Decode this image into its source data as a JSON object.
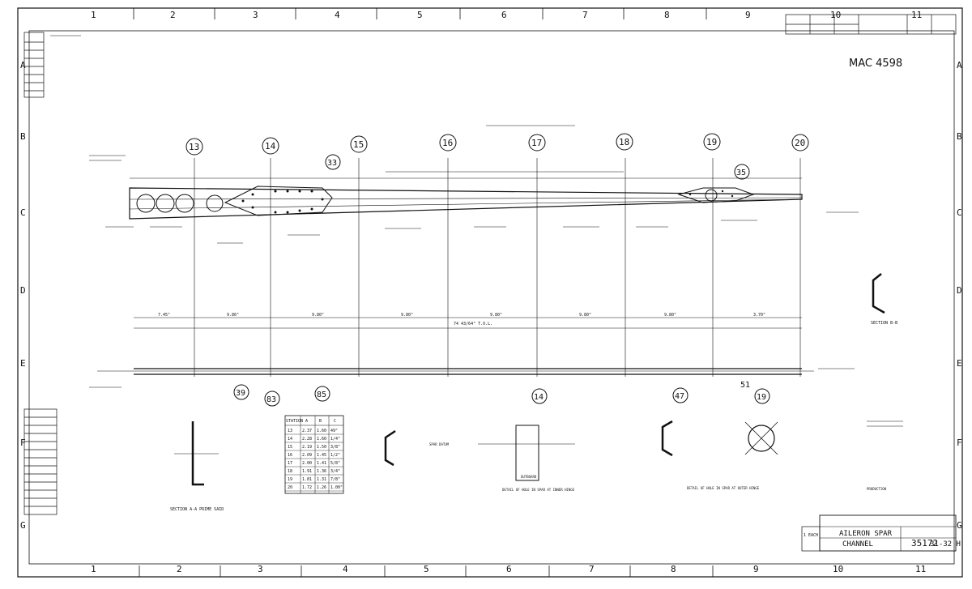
{
  "sheet": {
    "col_numbers": [
      "1",
      "2",
      "3",
      "4",
      "5",
      "6",
      "7",
      "8",
      "9",
      "10",
      "11"
    ],
    "row_letters": [
      "A",
      "B",
      "C",
      "D",
      "E",
      "F",
      "G"
    ],
    "handwritten_ref": "MAC 4598",
    "spar_stations": [
      "13",
      "14",
      "15",
      "16",
      "17",
      "18",
      "19",
      "20"
    ],
    "part_callouts": [
      "33",
      "35",
      "39",
      "83",
      "85",
      "47",
      "51",
      "19",
      "14"
    ],
    "overall_length": "74 43/64\" T.O.L.",
    "segment_dims": [
      "7.45\"",
      "9.86\"",
      "9.80\"",
      "9.80\"",
      "9.80\"",
      "9.80\"",
      "9.80\"",
      "3.70\""
    ]
  },
  "title_block": {
    "title_line1": "AILERON SPAR",
    "title_line2": "CHANNEL",
    "drawing_number": "35172",
    "dash_number": "31-32 H",
    "qty": "1 EACH"
  },
  "table": {
    "headers": [
      "STATION",
      "A",
      "B",
      "C"
    ],
    "rows": [
      [
        "13",
        "2.37",
        "1.60",
        "49\""
      ],
      [
        "14",
        "2.28",
        "1.60",
        "1/4\""
      ],
      [
        "15",
        "2.19",
        "1.50",
        "3/8\""
      ],
      [
        "16",
        "2.09",
        "1.45",
        "1/2\""
      ],
      [
        "17",
        "2.00",
        "1.41",
        "5/8\""
      ],
      [
        "18",
        "1.91",
        "1.36",
        "3/4\""
      ],
      [
        "19",
        "1.81",
        "1.31",
        "7/8\""
      ],
      [
        "20",
        "1.72",
        "1.26",
        "1.00\""
      ]
    ]
  },
  "labels": {
    "section_a": "SECTION A-A  PRIME SAID",
    "section_b": "SECTION B-B",
    "detail_inboard": "DETAIL OF HOLE IN SPAR AT INNER HINGE",
    "detail_outboard": "DETAIL OF HOLE IN SPAR AT OUTER HINGE",
    "outboard": "OUTBOARD",
    "spar_datum": "SPAR DATUM",
    "production": "PRODUCTION"
  }
}
